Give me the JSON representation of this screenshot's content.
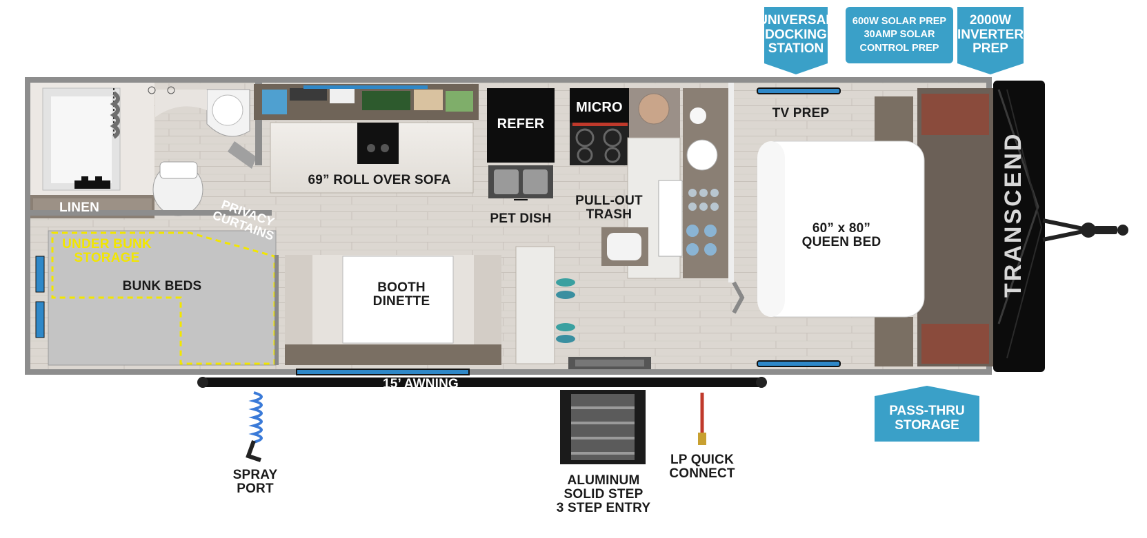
{
  "badges": {
    "docking": [
      "UNIVERSAL",
      "DOCKING",
      "STATION"
    ],
    "solar": [
      "600W SOLAR PREP",
      "30AMP SOLAR",
      "CONTROL PREP"
    ],
    "inverter": [
      "2000W",
      "INVERTER",
      "PREP"
    ],
    "pass_thru": [
      "PASS-THRU",
      "STORAGE"
    ]
  },
  "labels": {
    "linen": "LINEN",
    "sofa": "69” ROLL OVER SOFA",
    "refer": "REFER",
    "micro": "MICRO",
    "tv_prep": "TV PREP",
    "pet_dish": "PET DISH",
    "trash": [
      "PULL-OUT",
      "TRASH"
    ],
    "privacy": [
      "PRIVACY",
      "CURTAINS"
    ],
    "under_bunk": [
      "UNDER BUNK",
      "STORAGE"
    ],
    "bunk_beds": "BUNK BEDS",
    "booth": [
      "BOOTH",
      "DINETTE"
    ],
    "queen_bed": [
      "60” x 80”",
      "QUEEN BED"
    ],
    "awning": "15’ AWNING",
    "spray": [
      "SPRAY",
      "PORT"
    ],
    "steps": [
      "ALUMINUM",
      "SOLID STEP",
      "3 STEP ENTRY"
    ],
    "lp": [
      "LP QUICK",
      "CONNECT"
    ],
    "brand": "TRANSCEND"
  },
  "colors": {
    "badge": "#3aa0c8",
    "floor": "#d9d4ce",
    "wall": "#8e8e8e",
    "cabinet": "#7a6f63",
    "under_bunk_outline": "#f2e600",
    "window": "#2f88c8"
  }
}
